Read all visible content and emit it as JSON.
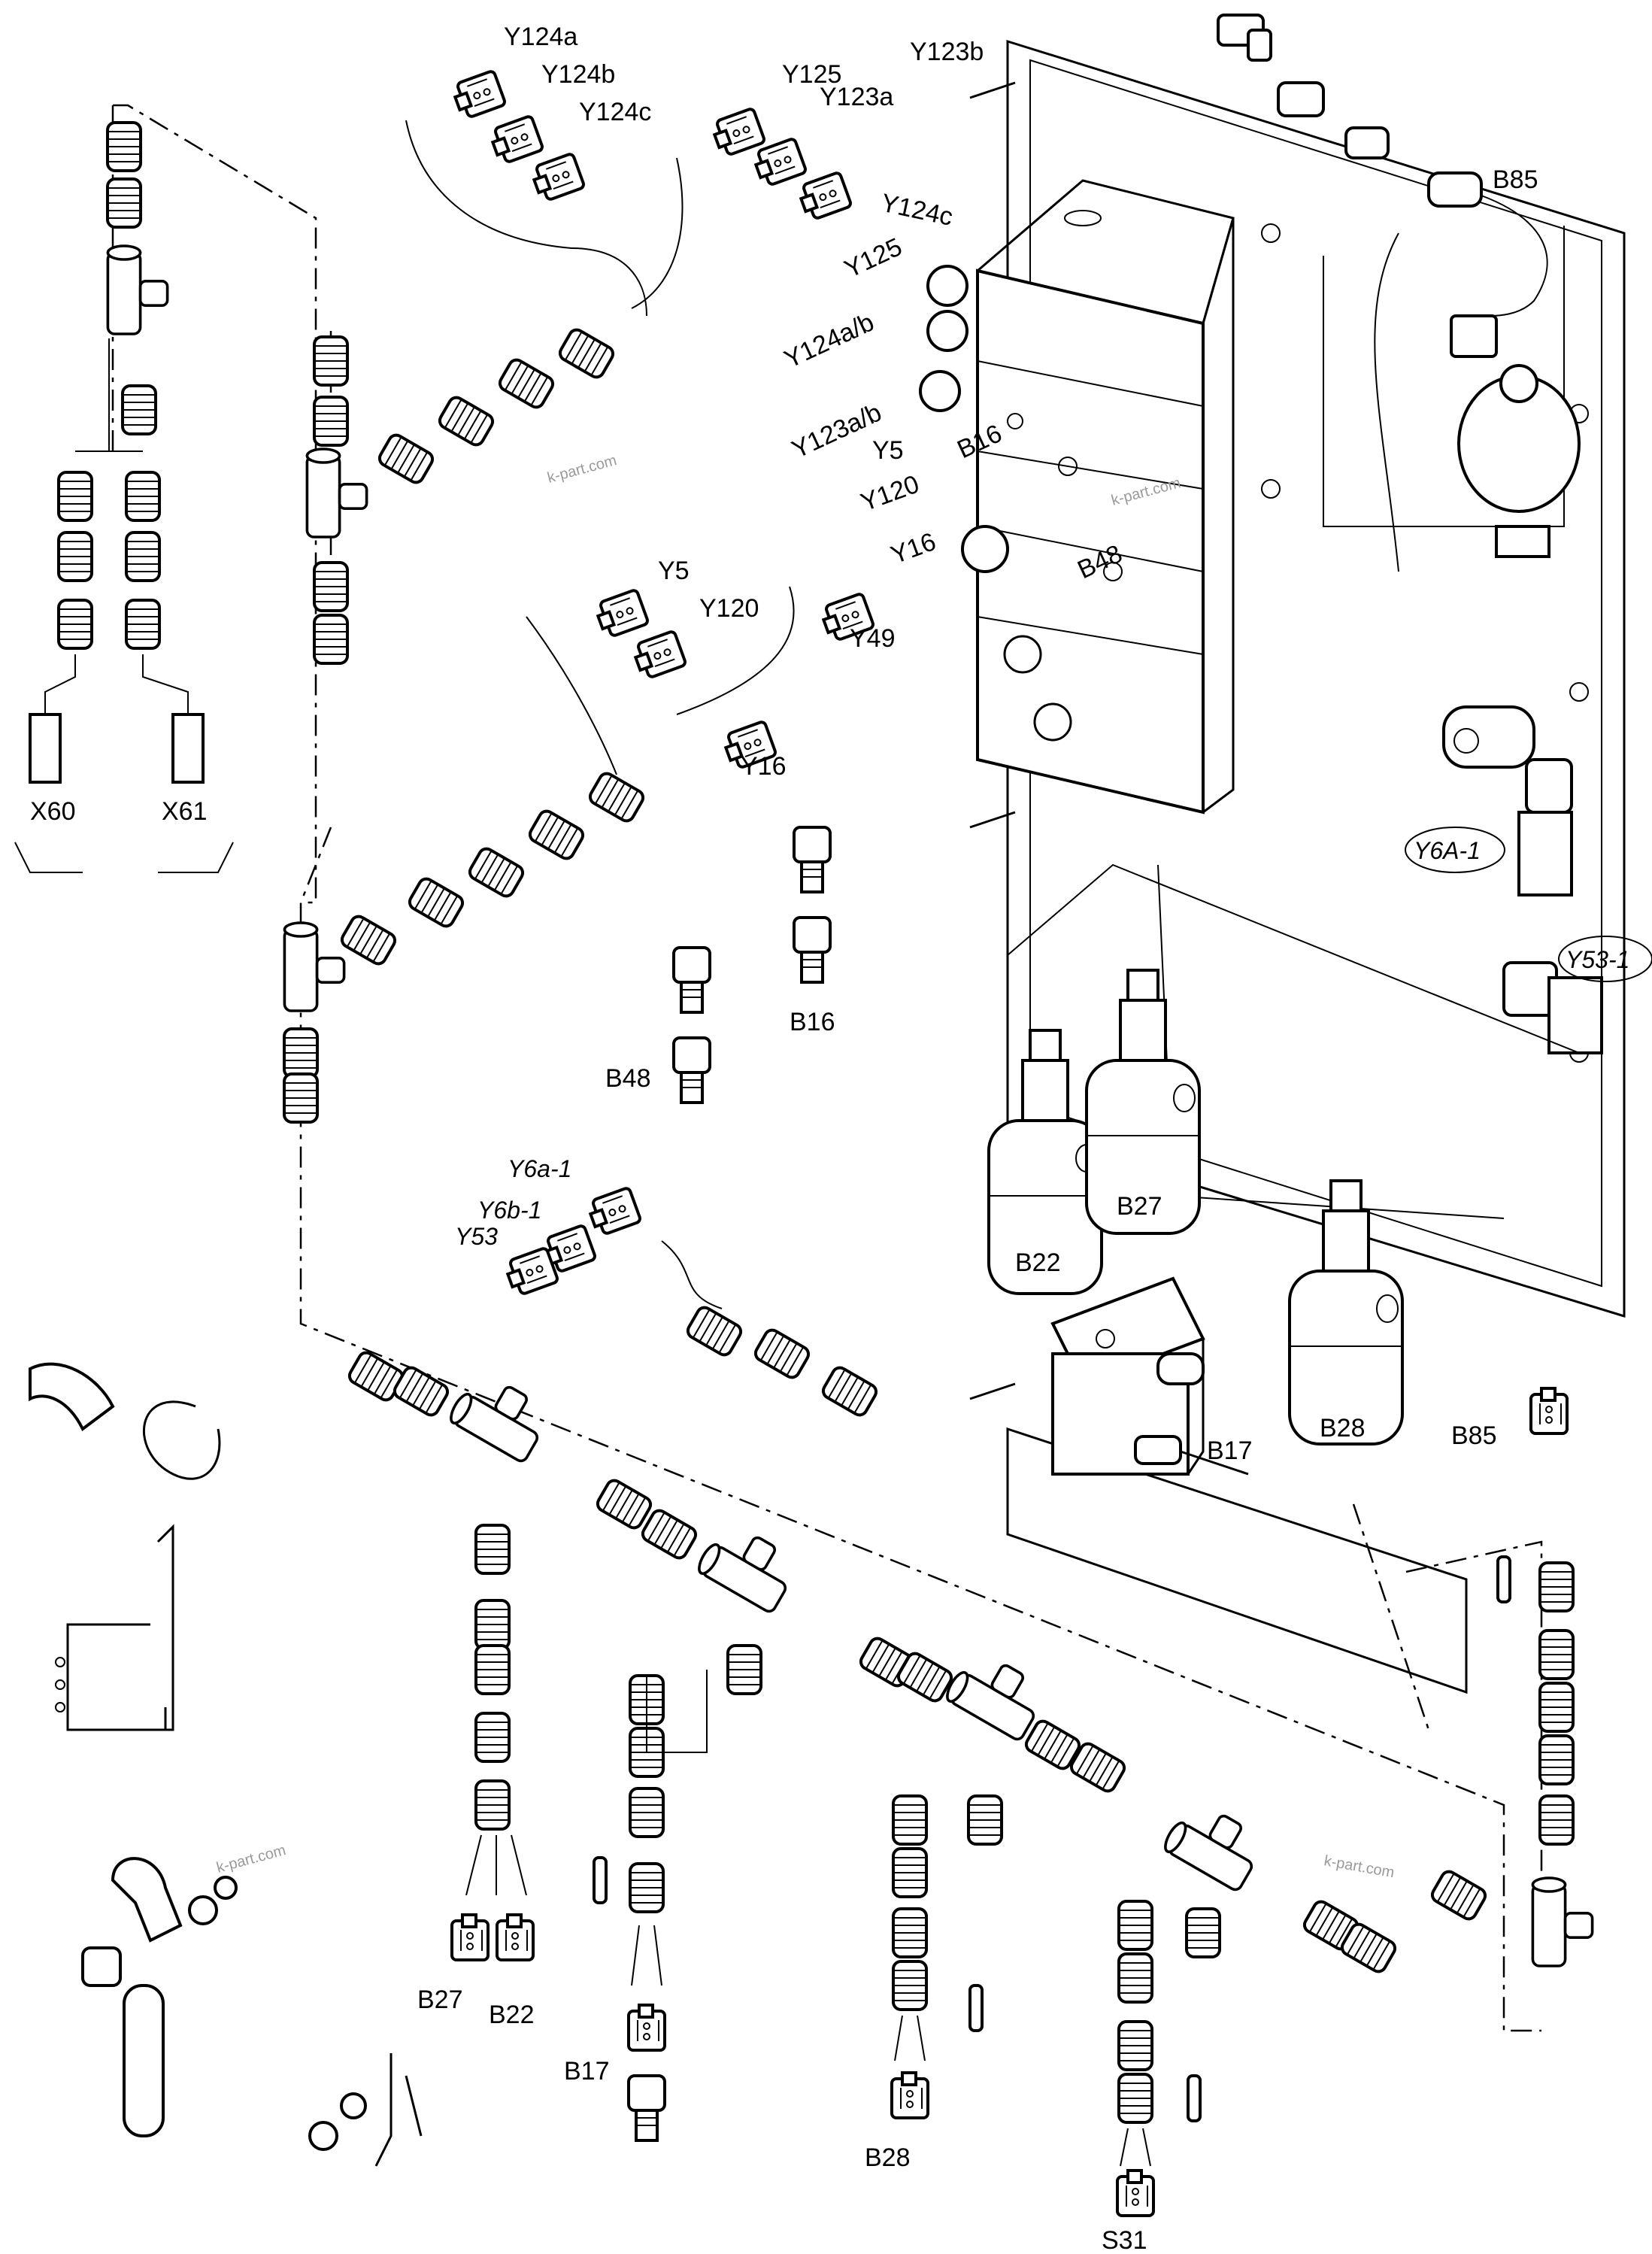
{
  "watermark": "k-part.com",
  "labels": {
    "y124a": "Y124a",
    "y124b": "Y124b",
    "y124c_top": "Y124c",
    "y125_top": "Y125",
    "y123a": "Y123a",
    "y123b": "Y123b",
    "y124c_valve": "Y124c",
    "y125_valve": "Y125",
    "y124ab_valve": "Y124a/b",
    "y123ab_valve": "Y123a/b",
    "y5_valve": "Y5",
    "b16_valve": "B16",
    "y120_valve": "Y120",
    "y16_valve": "Y16",
    "b48_valve": "B48",
    "b85_top": "B85",
    "y5_conn": "Y5",
    "y120_conn": "Y120",
    "y49_conn": "Y49",
    "y16_conn": "Y16",
    "x60": "X60",
    "x61": "X61",
    "b16_sensor": "B16",
    "b48_sensor": "B48",
    "y6a1_valve": "Y6A-1",
    "y53_1_valve": "Y53-1",
    "y6a_1_conn": "Y6a-1",
    "y6b_1_conn": "Y6b-1",
    "y53_conn": "Y53",
    "b27_filter": "B27",
    "b22_filter": "B22",
    "b28_filter": "B28",
    "b17_valve": "B17",
    "b85_lower": "B85",
    "b27_conn": "B27",
    "b22_conn": "B22",
    "b17_conn": "B17",
    "b28_conn": "B28",
    "s31_conn": "S31"
  }
}
